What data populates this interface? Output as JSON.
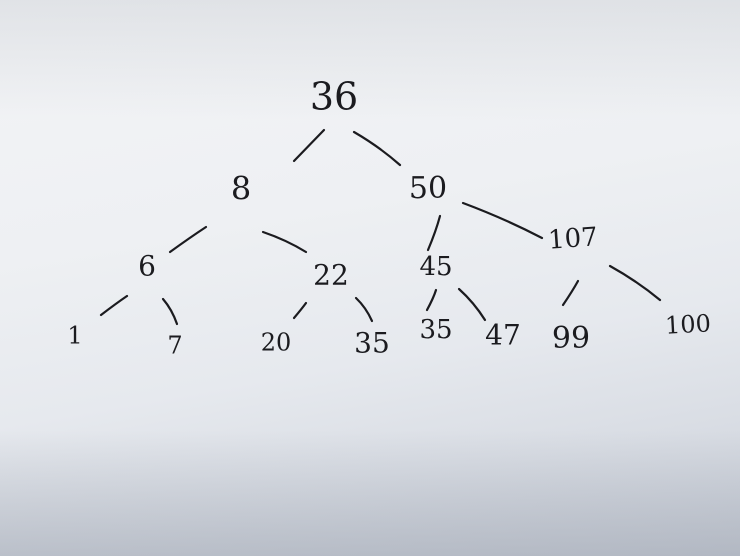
{
  "diagram": {
    "type": "tree",
    "nodes": [
      {
        "id": "n36",
        "label": "36"
      },
      {
        "id": "n8",
        "label": "8"
      },
      {
        "id": "n50",
        "label": "50"
      },
      {
        "id": "n6",
        "label": "6"
      },
      {
        "id": "n22",
        "label": "22"
      },
      {
        "id": "n45",
        "label": "45"
      },
      {
        "id": "n107",
        "label": "107"
      },
      {
        "id": "n1",
        "label": "1"
      },
      {
        "id": "n7",
        "label": "7"
      },
      {
        "id": "n20",
        "label": "20"
      },
      {
        "id": "n35",
        "label": "35"
      },
      {
        "id": "n35b",
        "label": "35"
      },
      {
        "id": "n47",
        "label": "47"
      },
      {
        "id": "n99",
        "label": "99"
      },
      {
        "id": "n100",
        "label": "100"
      }
    ],
    "edges": [
      [
        "n36",
        "n8"
      ],
      [
        "n36",
        "n50"
      ],
      [
        "n8",
        "n6"
      ],
      [
        "n8",
        "n22"
      ],
      [
        "n50",
        "n45"
      ],
      [
        "n50",
        "n107"
      ],
      [
        "n6",
        "n1"
      ],
      [
        "n6",
        "n7"
      ],
      [
        "n22",
        "n20"
      ],
      [
        "n22",
        "n35"
      ],
      [
        "n45",
        "n35b"
      ],
      [
        "n45",
        "n47"
      ],
      [
        "n107",
        "n99"
      ],
      [
        "n107",
        "n100"
      ]
    ],
    "ink_color": "#1b1b1f",
    "paper_color": "#eef0f3"
  }
}
